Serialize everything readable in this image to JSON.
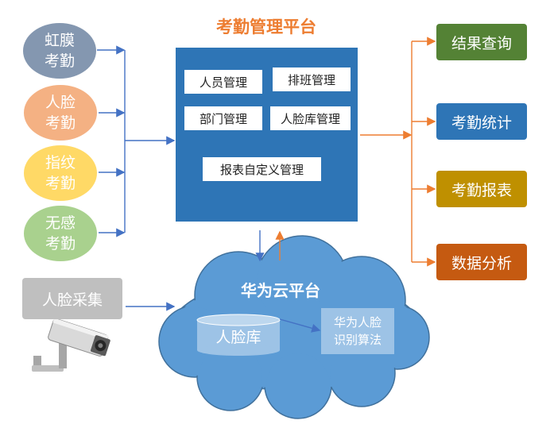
{
  "colors": {
    "platform_blue": "#2e75b6",
    "title_orange": "#ed7d31",
    "cloud_blue": "#5b9bd5",
    "arrow_blue": "#4472c4",
    "arrow_orange": "#ed7d31"
  },
  "inputs": [
    {
      "line1": "虹膜",
      "line2": "考勤",
      "color": "#8497b0"
    },
    {
      "line1": "人脸",
      "line2": "考勤",
      "color": "#f4b183"
    },
    {
      "line1": "指纹",
      "line2": "考勤",
      "color": "#ffd966"
    },
    {
      "line1": "无感",
      "line2": "考勤",
      "color": "#a9d18e"
    }
  ],
  "face_collect": {
    "label": "人脸采集",
    "icon": "security-camera-icon"
  },
  "platform": {
    "title": "考勤管理平台",
    "modules": [
      "人员管理",
      "排班管理",
      "部门管理",
      "人脸库管理",
      "报表自定义管理"
    ]
  },
  "outputs": [
    {
      "label": "结果查询",
      "color": "#548235"
    },
    {
      "label": "考勤统计",
      "color": "#2e75b6"
    },
    {
      "label": "考勤报表",
      "color": "#bf9000"
    },
    {
      "label": "数据分析",
      "color": "#c55a11"
    }
  ],
  "cloud": {
    "title": "华为云平台",
    "database": "人脸库",
    "algorithm_line1": "华为人脸",
    "algorithm_line2": "识别算法"
  }
}
